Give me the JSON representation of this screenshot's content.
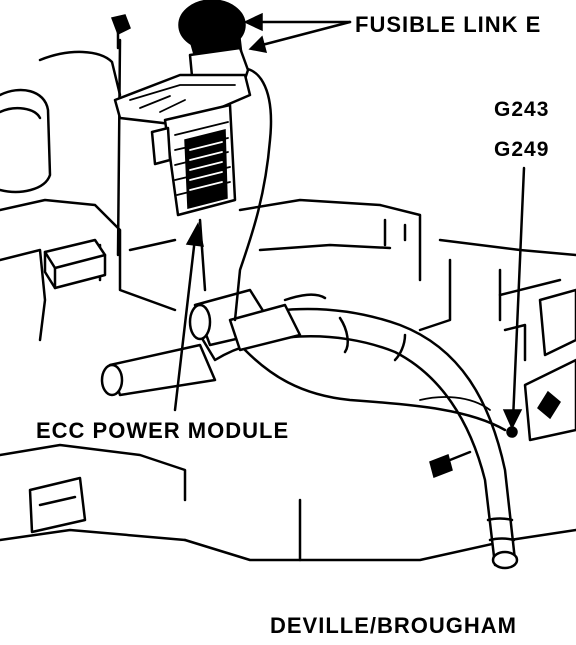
{
  "labels": {
    "fusible_link": "FUSIBLE LINK E",
    "ground_1": "G243",
    "ground_2": "G249",
    "module": "ECC POWER MODULE",
    "model": "DEVILLE/BROUGHAM"
  },
  "colors": {
    "ink": "#000000",
    "paper": "#ffffff"
  }
}
